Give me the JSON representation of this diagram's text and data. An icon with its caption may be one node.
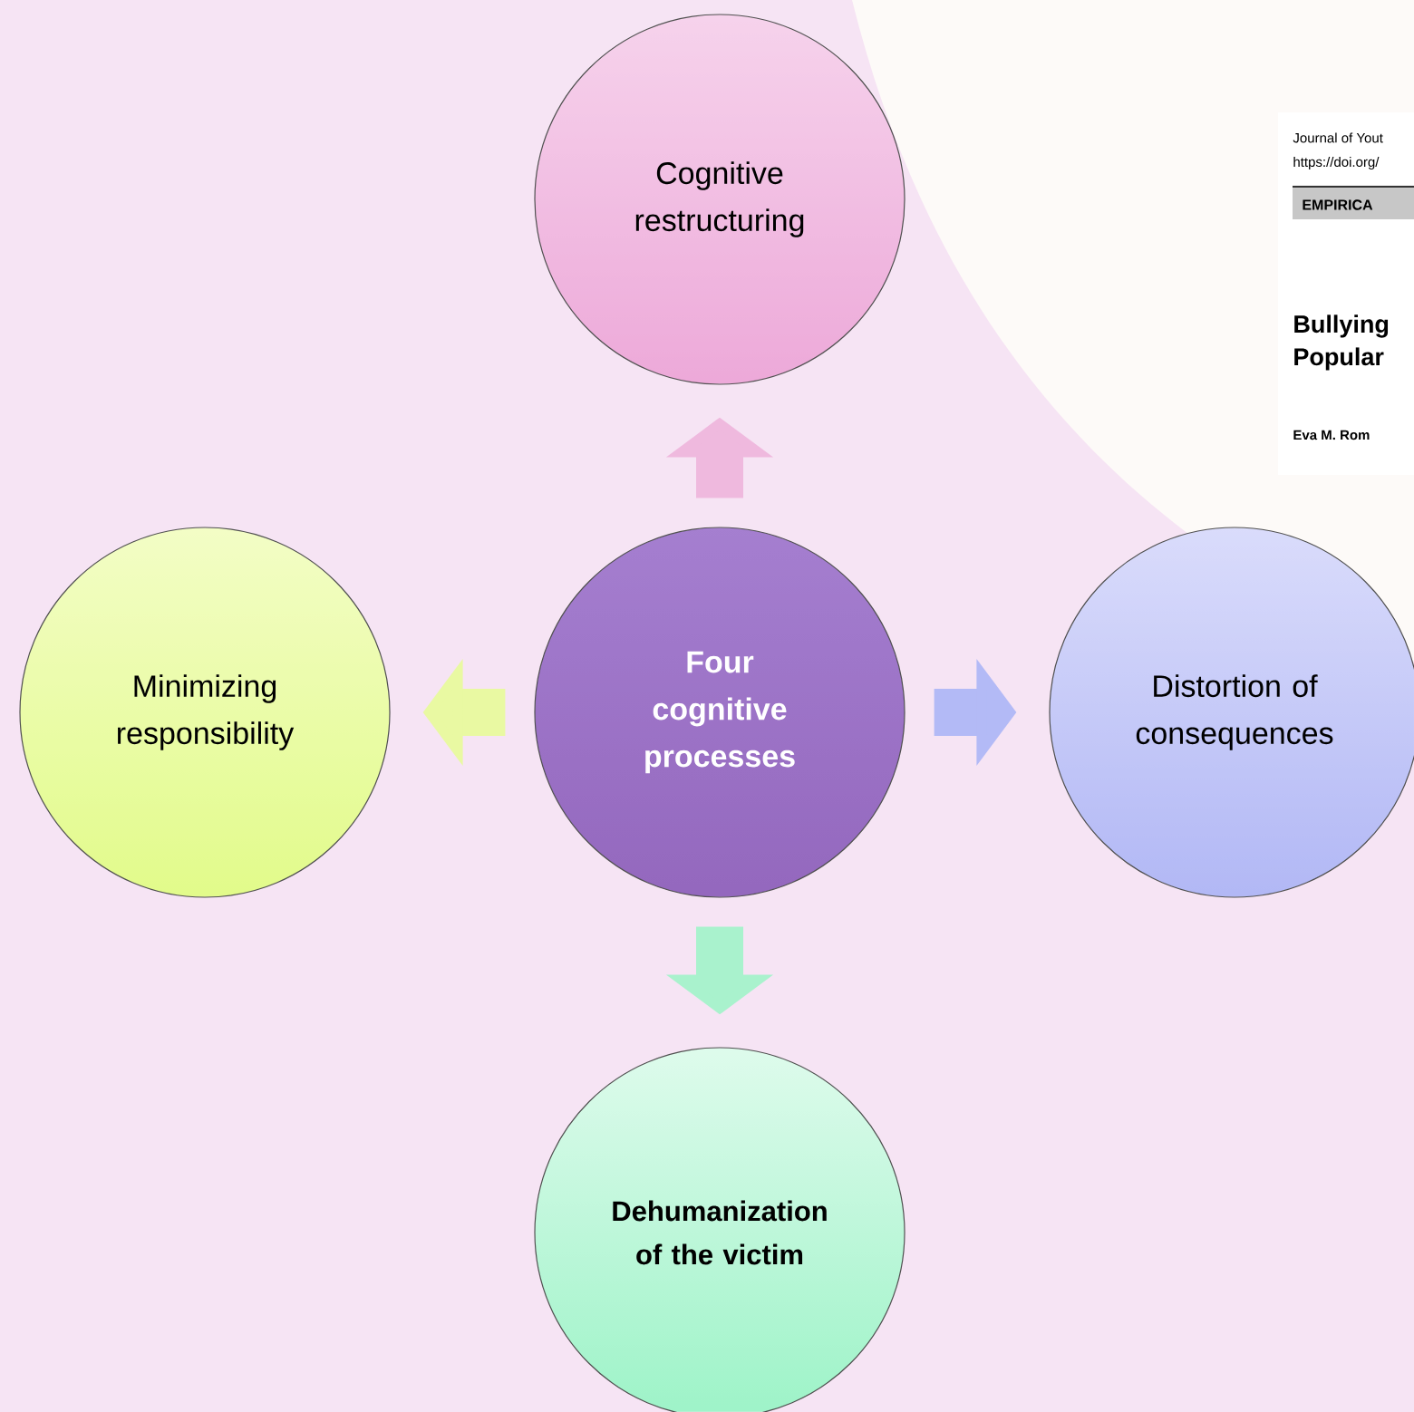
{
  "diagram": {
    "nodes": [
      {
        "text": [
          "Cognitive restructuring"
        ]
      },
      {
        "text": [
          "Minimizing responsibility"
        ]
      },
      {
        "text": [
          "Four cognitive processes"
        ]
      },
      {
        "text": [
          "Distortion of consequences"
        ]
      },
      {
        "text": [
          "Dehumanization of the victim"
        ]
      }
    ],
    "edges": [
      {
        "from": 2,
        "to": 0,
        "arrow": "to",
        "color": "#efb9de"
      },
      {
        "from": 2,
        "to": 1,
        "arrow": "to",
        "color": "#e9f9a2"
      },
      {
        "from": 2,
        "to": 3,
        "arrow": "to",
        "color": "#b3baf6"
      },
      {
        "from": 2,
        "to": 4,
        "arrow": "to",
        "color": "#a9f2cd"
      }
    ],
    "labels": [
      "Journal of Yout",
      "https://doi.org/",
      "EMPIRICA",
      "Bullying",
      "Popular",
      "Eva M. Rom"
    ]
  }
}
